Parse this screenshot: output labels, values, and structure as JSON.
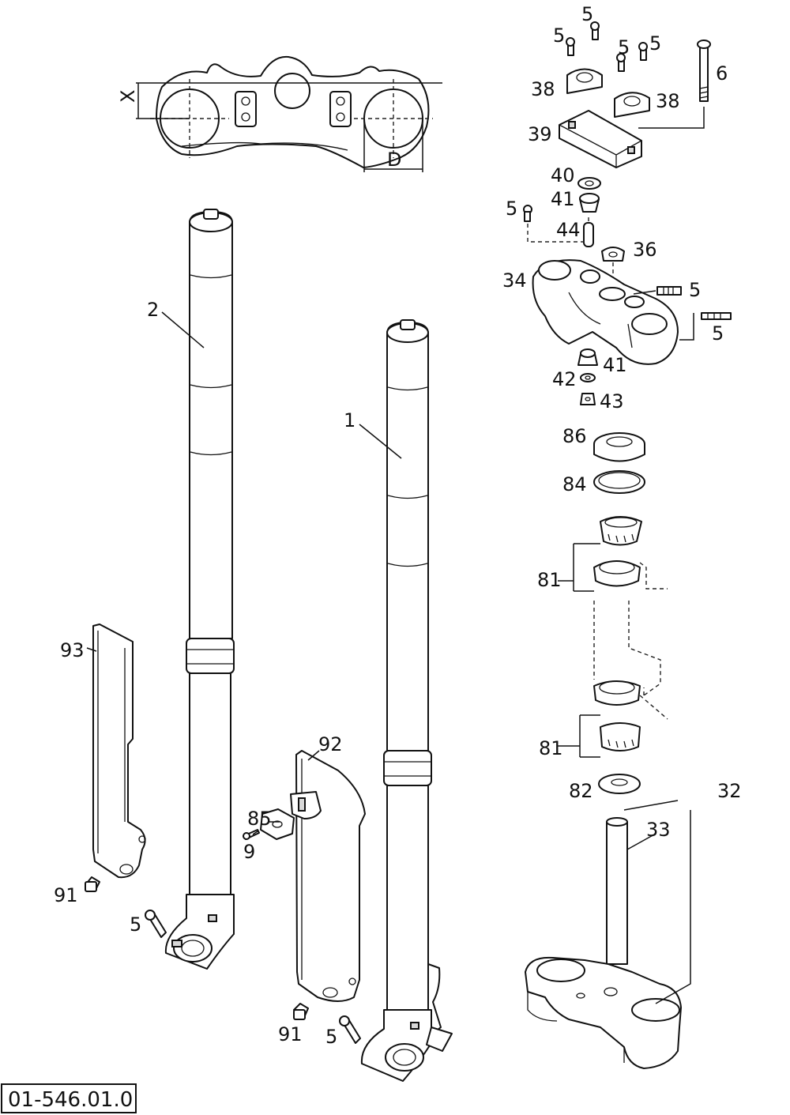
{
  "diagram": {
    "reference_code": "01-546.01.0",
    "dimension_labels": {
      "x": "X",
      "d": "D"
    },
    "callouts": {
      "c2": "2",
      "c1": "1",
      "c93": "93",
      "c92": "92",
      "c91a": "91",
      "c91b": "91",
      "c85": "85",
      "c9": "9",
      "c5_cap1": "5",
      "c5_cap2": "5",
      "c5_cap3": "5",
      "c5_cap4": "5",
      "c6": "6",
      "c38a": "38",
      "c38b": "38",
      "c39": "39",
      "c40": "40",
      "c41a": "41",
      "c5_44": "5",
      "c44": "44",
      "c36": "36",
      "c34": "34",
      "c5_clamp1": "5",
      "c5_clamp2": "5",
      "c41b": "41",
      "c42": "42",
      "c43": "43",
      "c86": "86",
      "c84": "84",
      "c81a": "81",
      "c81b": "81",
      "c82": "82",
      "c32": "32",
      "c33": "33",
      "c5_axle1": "5",
      "c5_axle2": "5"
    }
  }
}
